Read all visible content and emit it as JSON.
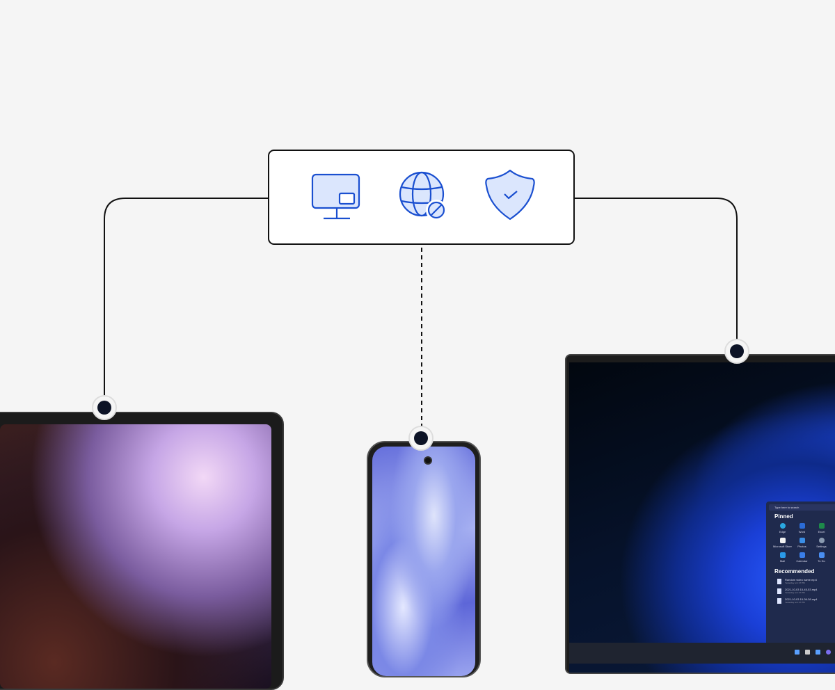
{
  "icons": [
    {
      "name": "monitor-icon"
    },
    {
      "name": "globe-blocked-icon"
    },
    {
      "name": "shield-check-icon"
    }
  ],
  "colors": {
    "icon_stroke": "#1a4fd0",
    "icon_fill": "#dbe6fd",
    "connector": "#111111",
    "background": "#f5f5f5"
  },
  "start_menu": {
    "search_placeholder": "Type here to search",
    "pinned_label": "Pinned",
    "apps": [
      "Edge",
      "Word",
      "Excel",
      "Microsoft Store",
      "Photos",
      "Settings",
      "Mail",
      "Calendar",
      "To Do"
    ],
    "recommended_label": "Recommended",
    "recommended": [
      {
        "name": "Random video name.mp4",
        "time": "Yesterday at 1:47 PM"
      },
      {
        "name": "2021-10-03 15-45-53.mp4",
        "time": "Yesterday at 1:47 PM"
      },
      {
        "name": "2021-10-03 15-36-38.mp4",
        "time": "Yesterday at 1:47 PM"
      }
    ]
  }
}
